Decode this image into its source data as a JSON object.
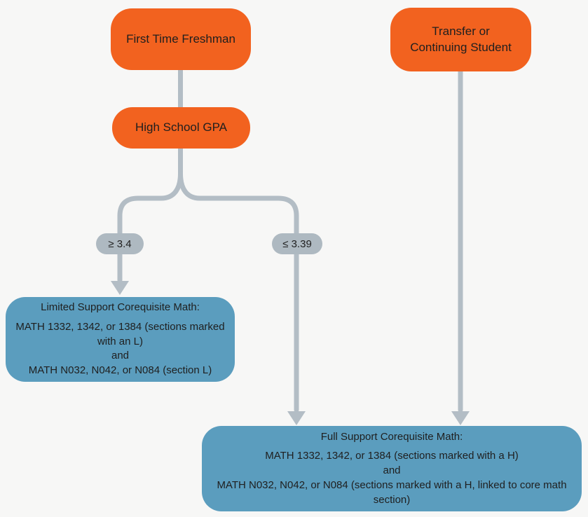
{
  "title": "Math placement flowchart",
  "colors": {
    "background": "#f7f7f6",
    "decision_node": "#f2621f",
    "outcome_node": "#5b9dbe",
    "connector": "#b3bdc5",
    "condition_pill": "#aeb9c1",
    "text": "#1f1f1f"
  },
  "nodes": {
    "first_time_freshman": {
      "label": "First Time Freshman"
    },
    "transfer": {
      "label": "Transfer or Continuing Student"
    },
    "gpa": {
      "label": "High School GPA"
    },
    "branch_gte": {
      "label": "≥ 3.4"
    },
    "branch_lte": {
      "label": "≤ 3.39"
    },
    "limited": {
      "title": "Limited Support Corequisite Math:",
      "line1": "MATH 1332, 1342, or 1384 (sections marked with an L)",
      "line2": "and",
      "line3": "MATH N032, N042, or N084 (section L)"
    },
    "full": {
      "title": "Full Support Corequisite Math:",
      "line1": "MATH 1332, 1342, or 1384 (sections marked with a H)",
      "line2": "and",
      "line3": "MATH N032, N042, or N084 (sections marked with a H, linked to core math section)"
    }
  },
  "edges": [
    {
      "from": "first-time-freshman",
      "to": "high-school-gpa",
      "label": ""
    },
    {
      "from": "high-school-gpa",
      "to": "limited-support-corequisite-math",
      "label": "≥ 3.4"
    },
    {
      "from": "high-school-gpa",
      "to": "full-support-corequisite-math",
      "label": "≤ 3.39"
    },
    {
      "from": "transfer-or-continuing-student",
      "to": "full-support-corequisite-math",
      "label": ""
    }
  ]
}
